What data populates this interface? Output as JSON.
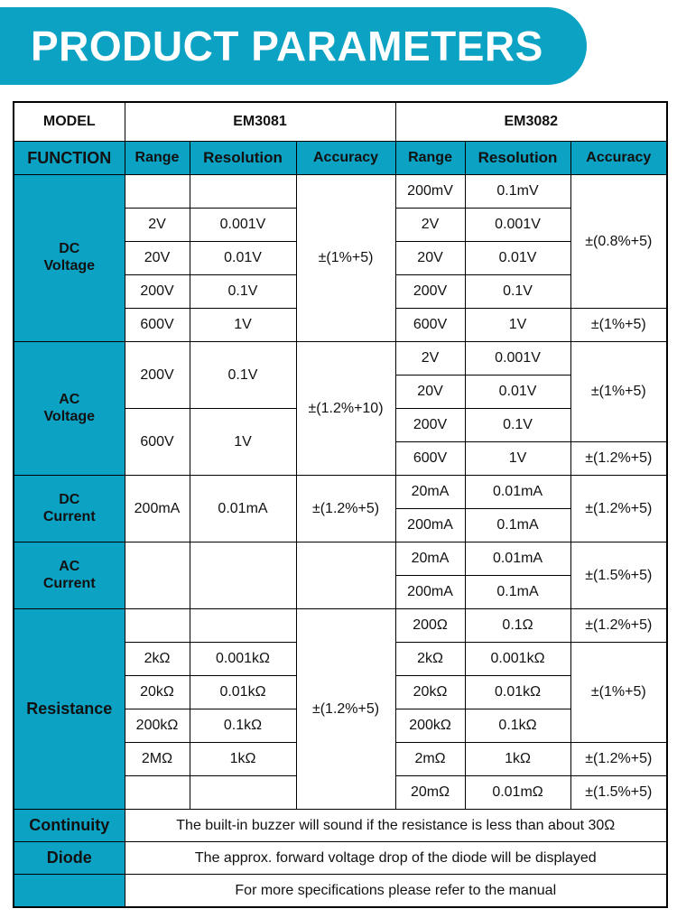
{
  "banner": {
    "title": "PRODUCT PARAMETERS",
    "color": "#0CA2C4"
  },
  "table": {
    "model_row": {
      "label": "MODEL",
      "models": [
        "EM3081",
        "EM3082"
      ]
    },
    "headers": {
      "function": "FUNCTION",
      "range": "Range",
      "resolution": "Resolution",
      "accuracy": "Accuracy"
    },
    "sections": [
      {
        "name": "dc-voltage",
        "label_line1": "DC",
        "label_line2": "Voltage",
        "em3081": {
          "rows": [
            {
              "range": "",
              "resolution": ""
            },
            {
              "range": "2V",
              "resolution": "0.001V"
            },
            {
              "range": "20V",
              "resolution": "0.01V"
            },
            {
              "range": "200V",
              "resolution": "0.1V"
            },
            {
              "range": "600V",
              "resolution": "1V"
            }
          ],
          "accuracy": [
            "±(1%+5)"
          ]
        },
        "em3082": {
          "rows": [
            {
              "range": "200mV",
              "resolution": "0.1mV"
            },
            {
              "range": "2V",
              "resolution": "0.001V"
            },
            {
              "range": "20V",
              "resolution": "0.01V"
            },
            {
              "range": "200V",
              "resolution": "0.1V"
            },
            {
              "range": "600V",
              "resolution": "1V"
            }
          ],
          "accuracy": [
            "±(0.8%+5)",
            "±(1%+5)"
          ]
        }
      },
      {
        "name": "ac-voltage",
        "label_line1": "AC",
        "label_line2": "Voltage",
        "em3081": {
          "rows": [
            {
              "range": "200V",
              "resolution": "0.1V"
            },
            {
              "range": "600V",
              "resolution": "1V"
            }
          ],
          "accuracy": [
            "±(1.2%+10)"
          ]
        },
        "em3082": {
          "rows": [
            {
              "range": "2V",
              "resolution": "0.001V"
            },
            {
              "range": "20V",
              "resolution": "0.01V"
            },
            {
              "range": "200V",
              "resolution": "0.1V"
            },
            {
              "range": "600V",
              "resolution": "1V"
            }
          ],
          "accuracy": [
            "±(1%+5)",
            "±(1.2%+5)"
          ]
        }
      },
      {
        "name": "dc-current",
        "label_line1": "DC",
        "label_line2": "Current",
        "em3081": {
          "rows": [
            {
              "range": "200mA",
              "resolution": "0.01mA"
            }
          ],
          "accuracy": [
            "±(1.2%+5)"
          ]
        },
        "em3082": {
          "rows": [
            {
              "range": "20mA",
              "resolution": "0.01mA"
            },
            {
              "range": "200mA",
              "resolution": "0.1mA"
            }
          ],
          "accuracy": [
            "±(1.2%+5)"
          ]
        }
      },
      {
        "name": "ac-current",
        "label_line1": "AC",
        "label_line2": "Current",
        "em3081": {
          "rows": [
            {
              "range": "",
              "resolution": ""
            }
          ],
          "accuracy": [
            ""
          ]
        },
        "em3082": {
          "rows": [
            {
              "range": "20mA",
              "resolution": "0.01mA"
            },
            {
              "range": "200mA",
              "resolution": "0.1mA"
            }
          ],
          "accuracy": [
            "±(1.5%+5)"
          ]
        }
      },
      {
        "name": "resistance",
        "label_line1": "Resistance",
        "label_line2": "",
        "em3081": {
          "rows": [
            {
              "range": "",
              "resolution": ""
            },
            {
              "range": "2kΩ",
              "resolution": "0.001kΩ"
            },
            {
              "range": "20kΩ",
              "resolution": "0.01kΩ"
            },
            {
              "range": "200kΩ",
              "resolution": "0.1kΩ"
            },
            {
              "range": "2MΩ",
              "resolution": "1kΩ"
            },
            {
              "range": "",
              "resolution": ""
            }
          ],
          "accuracy": [
            "±(1.2%+5)"
          ]
        },
        "em3082": {
          "rows": [
            {
              "range": "200Ω",
              "resolution": "0.1Ω"
            },
            {
              "range": "2kΩ",
              "resolution": "0.001kΩ"
            },
            {
              "range": "20kΩ",
              "resolution": "0.01kΩ"
            },
            {
              "range": "200kΩ",
              "resolution": "0.1kΩ"
            },
            {
              "range": "2mΩ",
              "resolution": "1kΩ"
            },
            {
              "range": "20mΩ",
              "resolution": "0.01mΩ"
            }
          ],
          "accuracy": [
            "±(1.2%+5)",
            "±(1%+5)",
            "±(1.2%+5)",
            "±(1.5%+5)"
          ]
        }
      }
    ],
    "notes": [
      {
        "label": "Continuity",
        "text": "The built-in buzzer will sound if the resistance is less than about 30Ω"
      },
      {
        "label": "Diode",
        "text": "The approx. forward voltage drop of the diode will be displayed"
      },
      {
        "label": "",
        "text": "For more specifications please refer to the manual"
      }
    ]
  }
}
